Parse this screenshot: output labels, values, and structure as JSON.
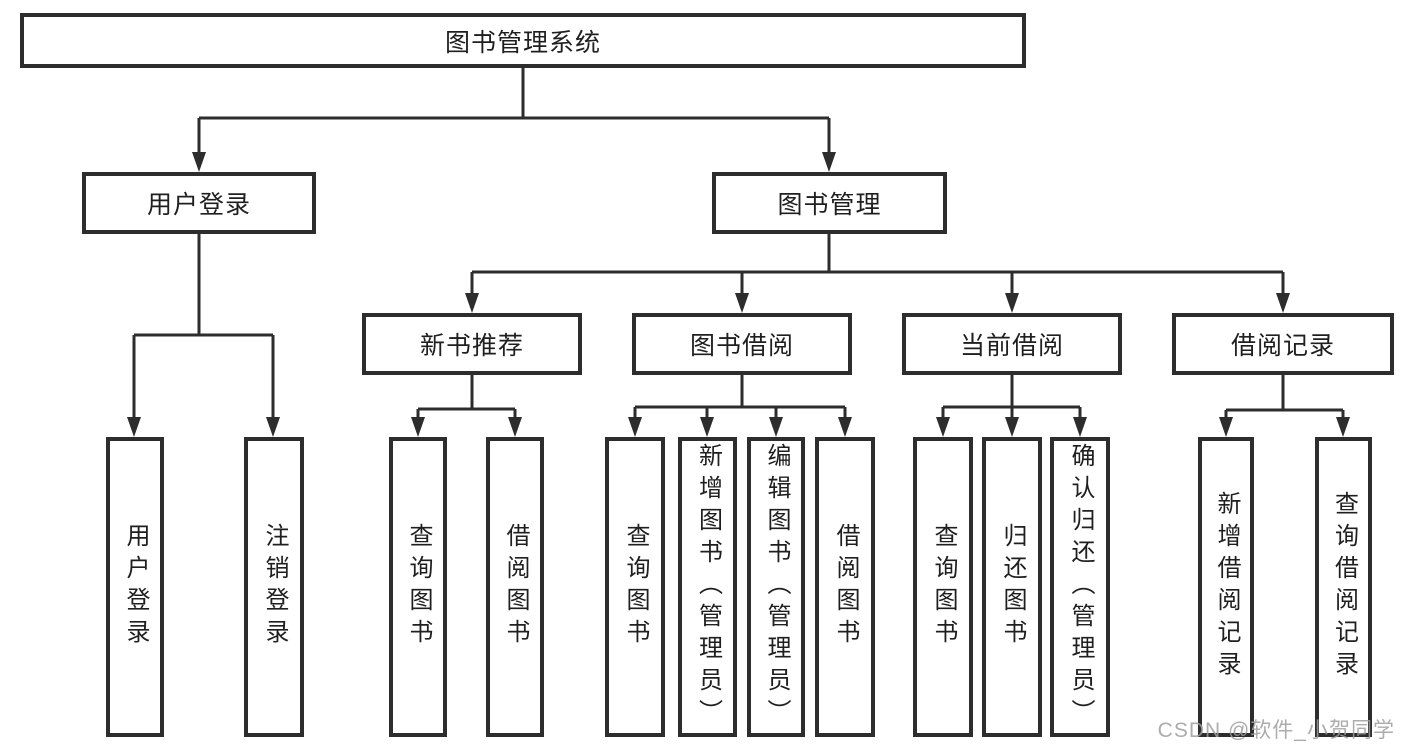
{
  "diagram": {
    "type": "hierarchy-tree",
    "title": "图书管理系统",
    "colors": {
      "line": "#2d2d2d",
      "box_border": "#2d2d2d",
      "text": "#1f1f1f",
      "background": "#ffffff",
      "watermark": "#9e9e9e"
    }
  },
  "tree": {
    "label": "图书管理系统",
    "children": [
      {
        "label": "用户登录",
        "children": [
          {
            "label": "用户登录"
          },
          {
            "label": "注销登录"
          }
        ]
      },
      {
        "label": "图书管理",
        "children": [
          {
            "label": "新书推荐",
            "children": [
              {
                "label": "查询图书"
              },
              {
                "label": "借阅图书"
              }
            ]
          },
          {
            "label": "图书借阅",
            "children": [
              {
                "label": "查询图书"
              },
              {
                "label": "新增图书（管理员）"
              },
              {
                "label": "编辑图书（管理员）"
              },
              {
                "label": "借阅图书"
              }
            ]
          },
          {
            "label": "当前借阅",
            "children": [
              {
                "label": "查询图书"
              },
              {
                "label": "归还图书"
              },
              {
                "label": "确认归还（管理员）"
              }
            ]
          },
          {
            "label": "借阅记录",
            "children": [
              {
                "label": "新增借阅记录"
              },
              {
                "label": "查询借阅记录"
              }
            ]
          }
        ]
      }
    ]
  },
  "watermark": {
    "text": "CSDN @软件_小贺同学"
  }
}
